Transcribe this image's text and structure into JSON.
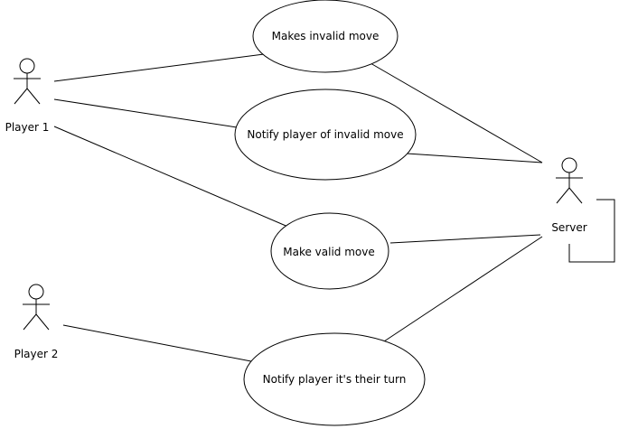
{
  "actors": {
    "player1": "Player 1",
    "player2": "Player 2",
    "server": "Server"
  },
  "use_cases": {
    "invalid_move": "Makes invalid move",
    "notify_invalid": "Notify player of invalid move",
    "valid_move": "Make valid move",
    "notify_turn": "Notify player it's their turn"
  }
}
